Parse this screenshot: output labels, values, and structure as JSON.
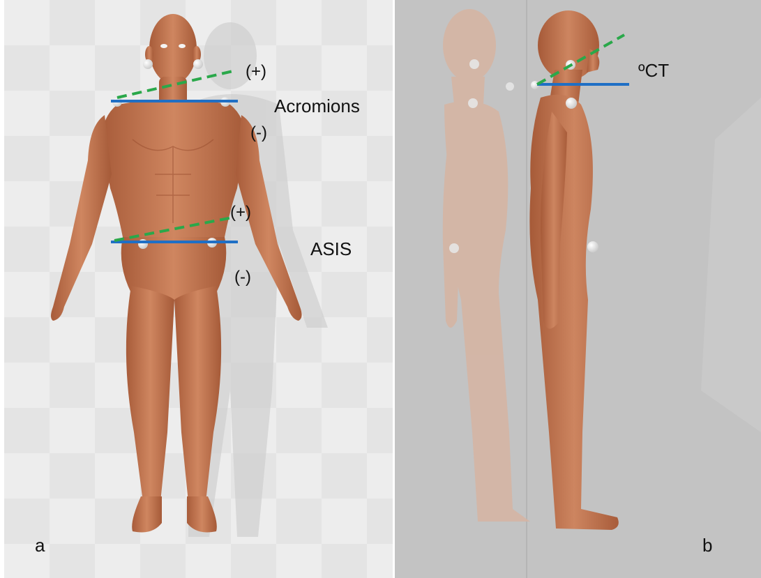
{
  "panel_a": {
    "letter": "a",
    "labels": {
      "shoulder_plus": "(+)",
      "acromions": "Acromions",
      "shoulder_minus": "(-)",
      "pelvis_plus": "(+)",
      "asis": "ASIS",
      "pelvis_minus": "(-)"
    }
  },
  "panel_b": {
    "letter": "b",
    "labels": {
      "ct": "ºCT"
    }
  },
  "colors": {
    "reference_line": "#1f6fc5",
    "angle_line": "#2aa84a",
    "skin": "#c4764f",
    "marker": "#f2f2f2",
    "panel_a_bg": "#e6e6e6",
    "panel_b_bg": "#c9c9c9"
  }
}
